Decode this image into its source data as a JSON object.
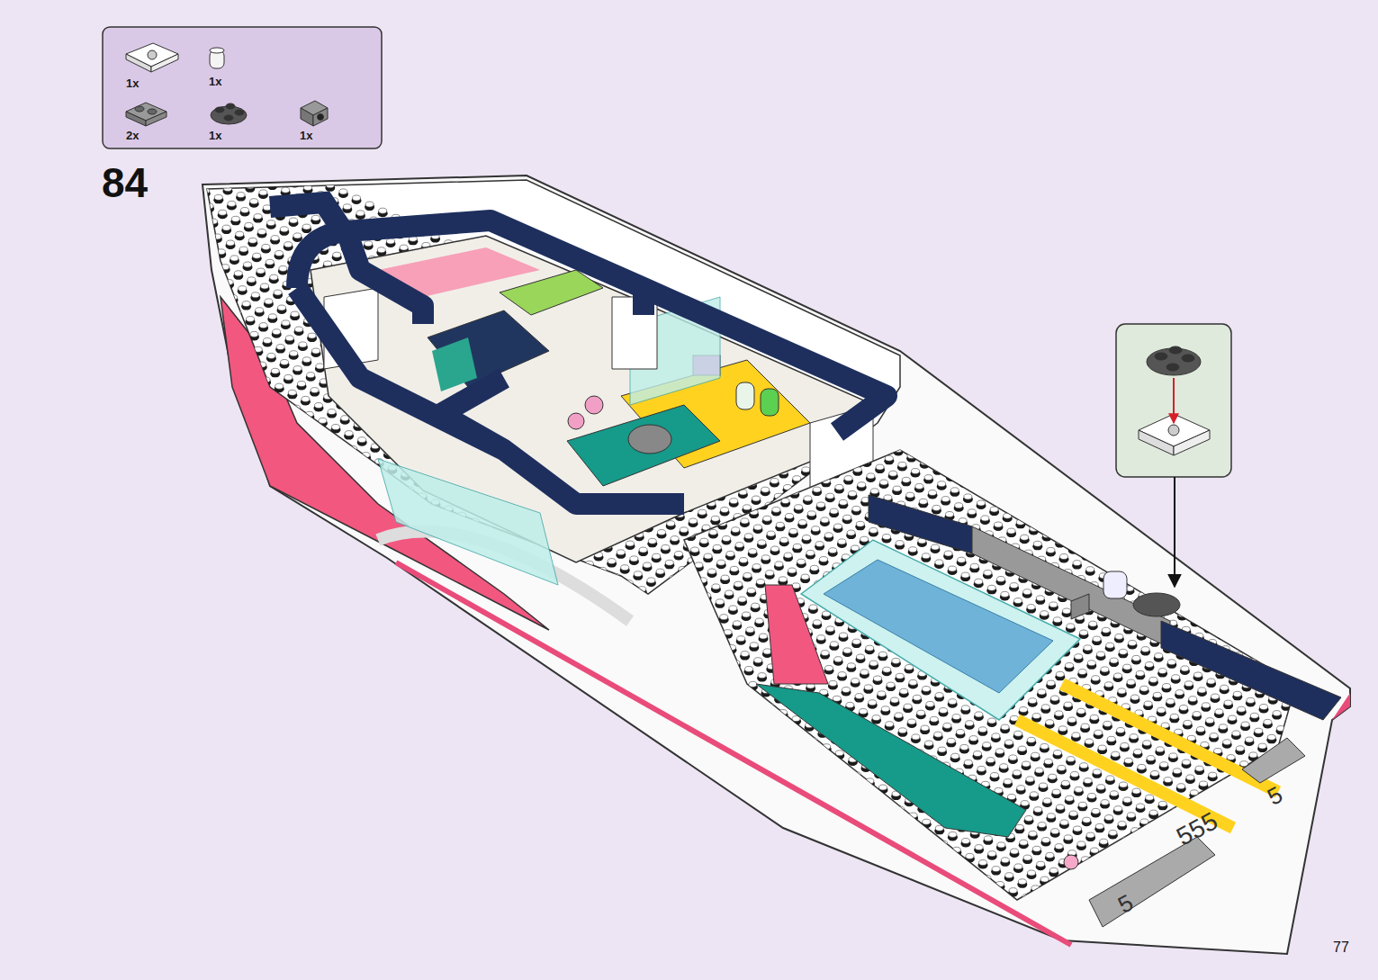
{
  "diagram": {
    "nodes": [
      {
        "text": [
          "1x",
          "1x",
          "2x",
          "1x",
          "1x"
        ]
      }
    ],
    "labels": [
      "84",
      "5",
      "555",
      "5",
      "77"
    ]
  }
}
